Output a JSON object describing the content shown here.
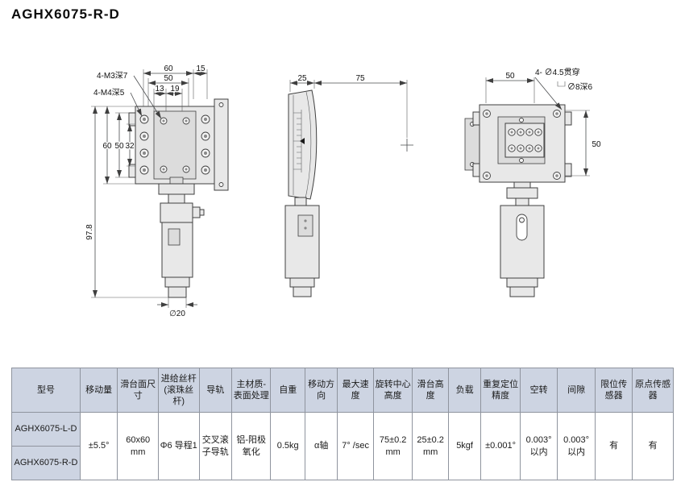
{
  "page": {
    "title": "AGHX6075-R-D"
  },
  "colors": {
    "table_header_bg": "#cdd4e2",
    "table_border": "#8f949e",
    "drawing_line": "#3f3f3f"
  },
  "drawing": {
    "front_view": {
      "dim_top_width": "60",
      "dim_top_side": "15",
      "dim_top_inner": "50",
      "dim_hole_left": "13",
      "dim_hole_right": "19",
      "label_tap_m3": "4-M3深7",
      "label_tap_m4": "4-M4深5",
      "dim_left_outer": "60",
      "dim_left_mid": "50",
      "dim_left_inner": "32",
      "dim_total_height": "97.8",
      "dim_base_dia": "∅20"
    },
    "side_view": {
      "dim_offset": "25",
      "dim_center_height": "75"
    },
    "back_view": {
      "dim_top_width": "50",
      "label_through_holes": "4- ∅4.5贯穿",
      "label_counterbore": "∅8深6",
      "dim_right_height": "50"
    }
  },
  "table": {
    "headers": [
      "型号",
      "移动量",
      "滑台面尺寸",
      "进给丝杆(滚珠丝杆)",
      "导轨",
      "主材质-表面处理",
      "自重",
      "移动方向",
      "最大速度",
      "旋转中心高度",
      "滑台高度",
      "负载",
      "重复定位精度",
      "空转",
      "间隙",
      "限位传感器",
      "原点传感器"
    ],
    "rows": [
      {
        "model": "AGHX6075-L-D"
      },
      {
        "model": "AGHX6075-R-D"
      }
    ],
    "values": [
      "±5.5°",
      "60x60 mm",
      "Φ6 导程1",
      "交叉滚子导轨",
      "铝-阳极氧化",
      "0.5kg",
      "α轴",
      "7° /sec",
      "75±0.2 mm",
      "25±0.2 mm",
      "5kgf",
      "±0.001°",
      "0.003° 以内",
      "0.003° 以内",
      "有",
      "有"
    ]
  }
}
